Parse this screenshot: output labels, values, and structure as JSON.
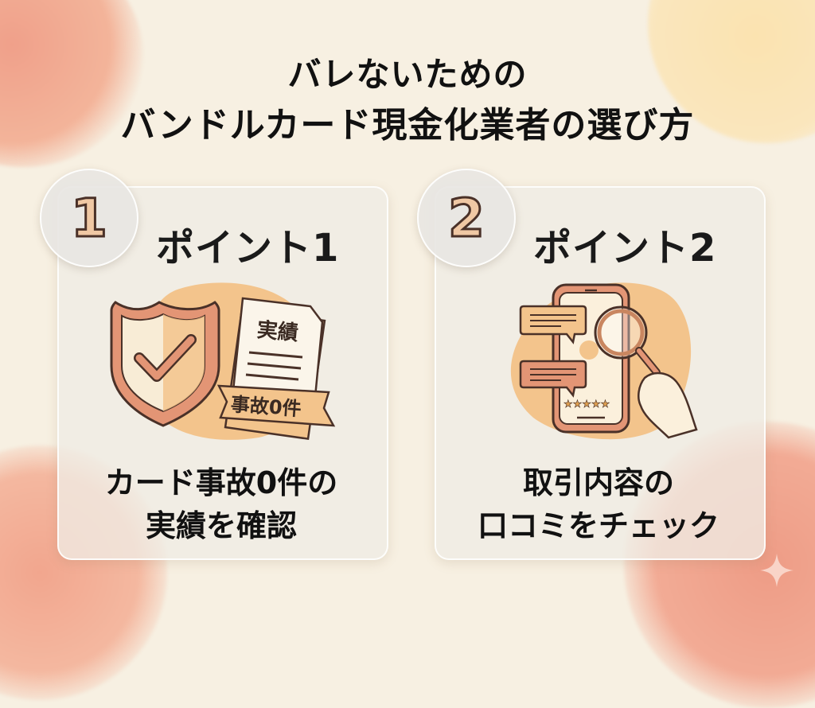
{
  "title": {
    "line1": "バレないための",
    "line2": "バンドルカード現金化業者の選び方"
  },
  "cards": [
    {
      "number": "1",
      "heading": "ポイント1",
      "illustration": {
        "icons": [
          "shield-check-icon",
          "document-icon"
        ],
        "document_title": "実績",
        "ribbon_text": "事故0件"
      },
      "caption_line1": "カード事故0件の",
      "caption_line2": "実績を確認"
    },
    {
      "number": "2",
      "heading": "ポイント2",
      "illustration": {
        "icons": [
          "smartphone-icon",
          "chat-bubble-icon",
          "magnifier-icon",
          "hand-icon",
          "star-rating-icon"
        ],
        "stars": "★★★★★"
      },
      "caption_line1": "取引内容の",
      "caption_line2": "口コミをチェック"
    }
  ],
  "colors": {
    "background": "#f7f0e2",
    "accent_orange": "#f3b978",
    "accent_coral": "#e08a6c",
    "outline": "#4a3128",
    "text": "#111111"
  }
}
